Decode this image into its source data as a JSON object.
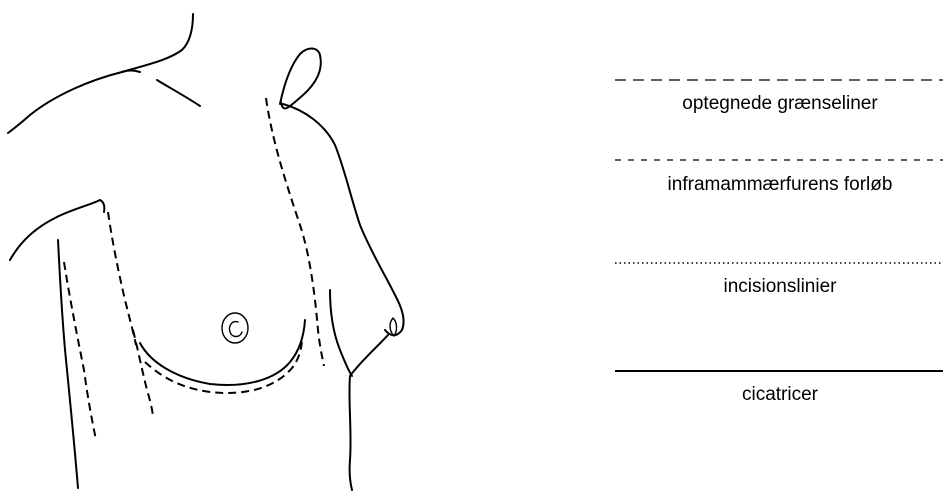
{
  "legend": [
    {
      "style": "long-dash",
      "label": "optegnede grænseliner"
    },
    {
      "style": "short-dash",
      "label": "inframammærfurens forløb"
    },
    {
      "style": "dotted",
      "label": "incisionslinier"
    },
    {
      "style": "solid",
      "label": "cicatricer"
    }
  ],
  "colors": {
    "ink": "#000000",
    "background": "#ffffff"
  }
}
